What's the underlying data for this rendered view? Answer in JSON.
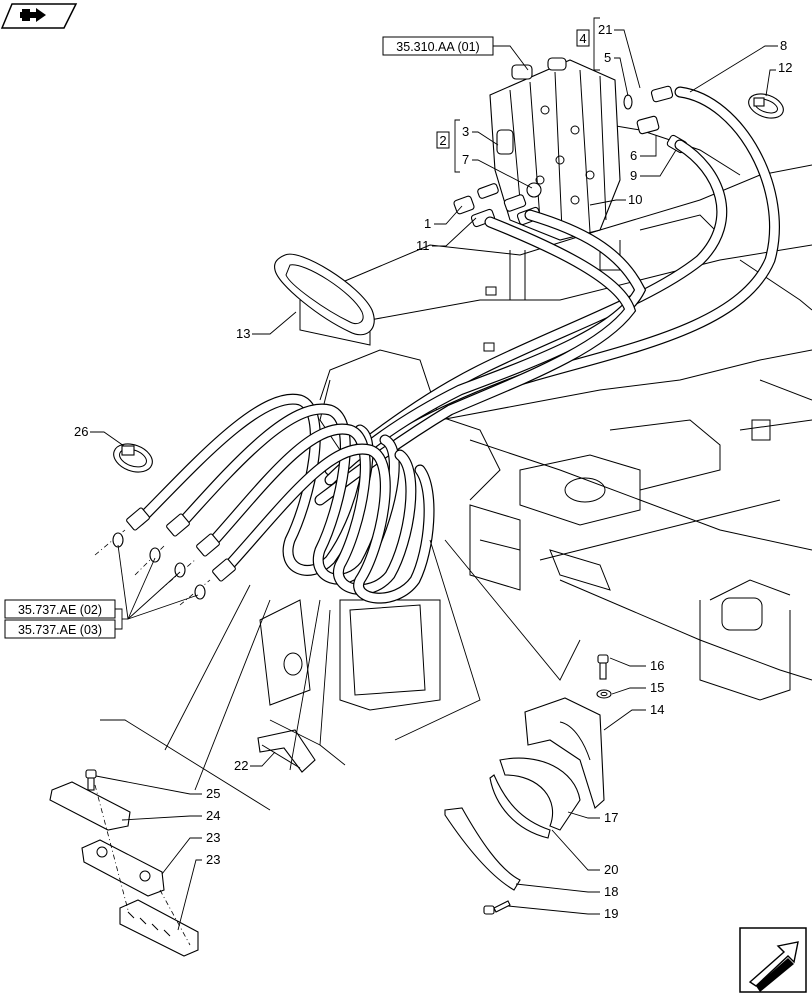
{
  "refs": {
    "valve": "35.310.AA (01)",
    "hose_a": "35.737.AE (02)",
    "hose_b": "35.737.AE (03)"
  },
  "groups": {
    "g2": "2",
    "g4": "4"
  },
  "callouts": {
    "c1": "1",
    "c2": "3",
    "c3": "7",
    "c4": "11",
    "c5": "10",
    "c6": "21",
    "c7": "5",
    "c8": "8",
    "c9": "12",
    "c10": "6",
    "c11": "9",
    "c12": "13",
    "c13": "26",
    "c14": "16",
    "c15": "15",
    "c16": "14",
    "c17": "22",
    "c18": "25",
    "c19": "24",
    "c20": "23",
    "c21": "23",
    "c22": "17",
    "c23": "20",
    "c24": "18",
    "c25": "19"
  },
  "icons": {
    "top_left": "book-arrow-icon",
    "bottom_right": "next-page-arrow-icon"
  }
}
